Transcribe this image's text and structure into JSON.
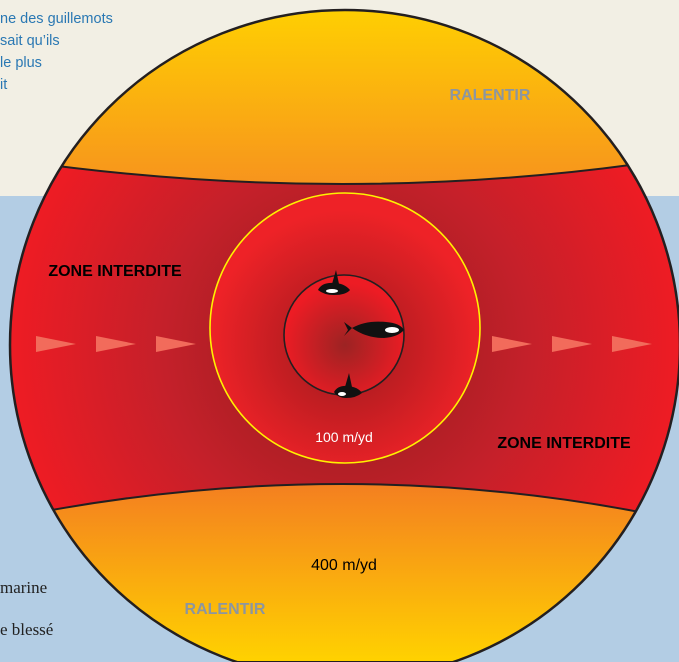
{
  "paragraph_top": {
    "lines": [
      "ne des guillemots",
      "sait qu’ils",
      "le plus",
      "it"
    ]
  },
  "paragraph_bottom": {
    "lines": [
      "marine",
      "e blessé"
    ]
  },
  "zones": {
    "slow_top": "RALENTIR",
    "slow_bottom": "RALENTIR",
    "no_go_left": "ZONE INTERDITE",
    "no_go_right": "ZONE INTERDITE"
  },
  "distances": {
    "inner": "100 m/yd",
    "outer": "400 m/yd"
  },
  "colors": {
    "slow_zone": "#f7941d",
    "no_go_zone": "#ed1c24",
    "ring": "#fff200",
    "arrows": "#f26b5b",
    "label_grey": "#8c96a0"
  }
}
